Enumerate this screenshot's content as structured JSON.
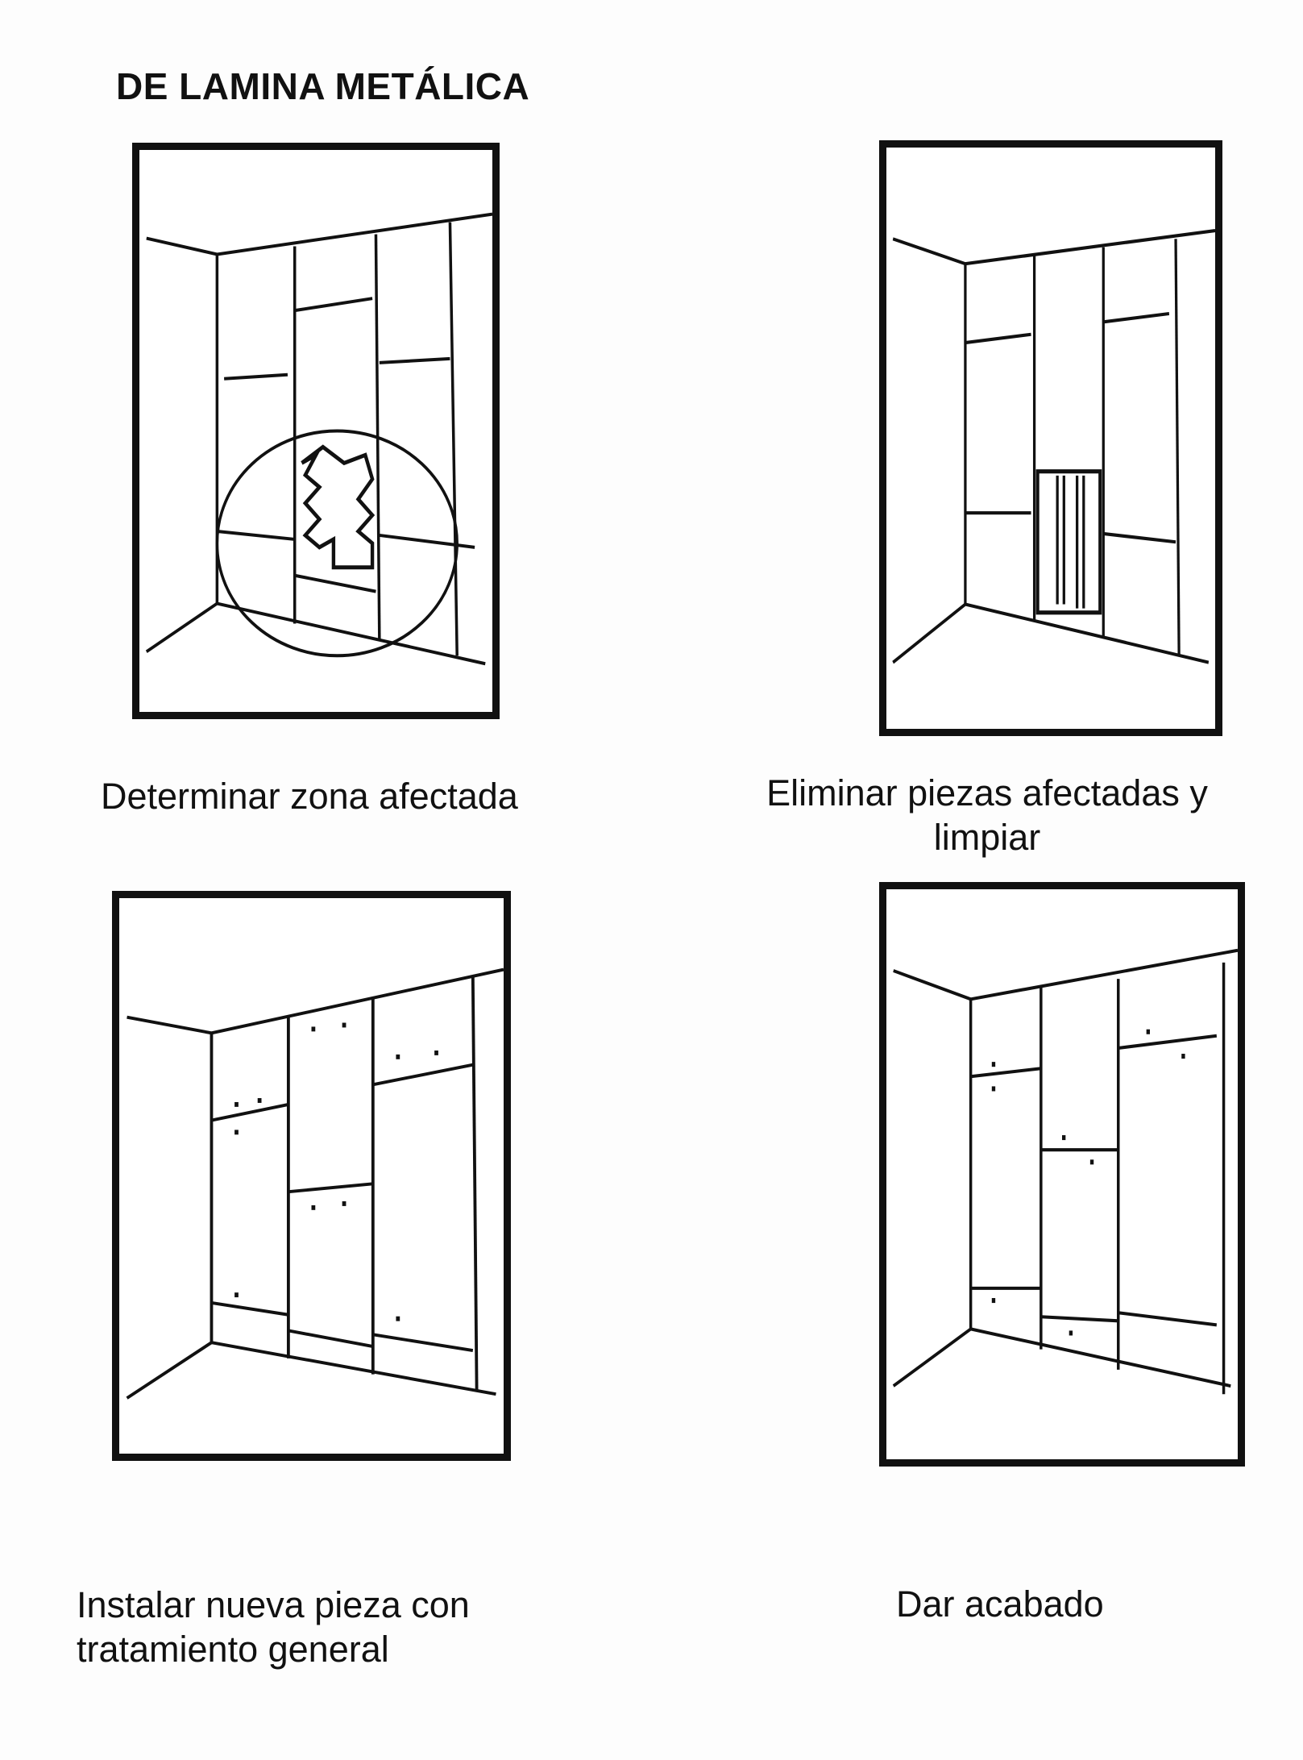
{
  "title": "DE LAMINA METÁLICA",
  "steps": [
    {
      "caption": "Determinar zona afectada"
    },
    {
      "caption_line1": "Eliminar piezas afectadas y",
      "caption_line2": "limpiar"
    },
    {
      "caption_line1": "Instalar nueva pieza con",
      "caption_line2": "tratamiento general"
    },
    {
      "caption": "Dar acabado"
    }
  ]
}
